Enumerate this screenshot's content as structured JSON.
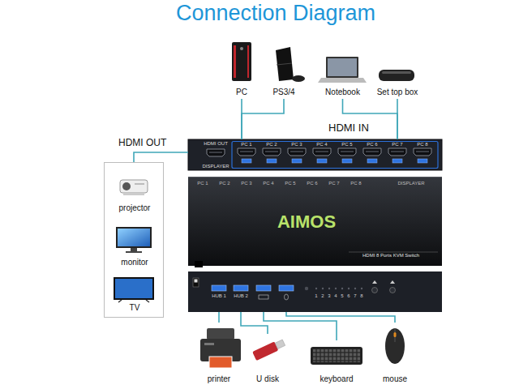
{
  "diagram": {
    "title": "Connection Diagram",
    "nodes": [
      {
        "text": [
          "PC"
        ]
      },
      {
        "text": [
          "PS3/4"
        ]
      },
      {
        "text": [
          "Notebook"
        ]
      },
      {
        "text": [
          "Set top box"
        ]
      },
      {
        "text": [
          "HDMI OUT",
          "DISPLAYER",
          "PC 1",
          "PC 2",
          "PC 3",
          "PC 4",
          "PC 5",
          "PC 6",
          "PC 7",
          "PC 8"
        ]
      },
      {
        "text": [
          "projector",
          "monitor",
          "TV"
        ]
      },
      {
        "text": [
          "PC 1",
          "PC 2",
          "PC 3",
          "PC 4",
          "PC 5",
          "PC 6",
          "PC 7",
          "PC 8",
          "DISPLAYER",
          "AIMOS",
          "HDMI 8 Ports KVM Switch"
        ]
      },
      {
        "text": [
          "HUB 1",
          "HUB 2",
          "1",
          "2",
          "3",
          "4",
          "5",
          "6",
          "7",
          "8"
        ]
      },
      {
        "text": [
          "printer"
        ]
      },
      {
        "text": [
          "U disk"
        ]
      },
      {
        "text": [
          "keyboard"
        ]
      },
      {
        "text": [
          "mouse"
        ]
      }
    ],
    "edges": [
      {
        "from": 0,
        "to": 4,
        "arrow": "none"
      },
      {
        "from": 1,
        "to": 4,
        "arrow": "none"
      },
      {
        "from": 2,
        "to": 4,
        "arrow": "none"
      },
      {
        "from": 3,
        "to": 4,
        "arrow": "none"
      },
      {
        "from": 4,
        "to": 5,
        "arrow": "none"
      },
      {
        "from": 7,
        "to": 8,
        "arrow": "none"
      },
      {
        "from": 7,
        "to": 9,
        "arrow": "none"
      },
      {
        "from": 7,
        "to": 10,
        "arrow": "none"
      },
      {
        "from": 7,
        "to": 11,
        "arrow": "none"
      }
    ],
    "labels": [
      "HDMI IN",
      "HDMI OUT"
    ]
  }
}
